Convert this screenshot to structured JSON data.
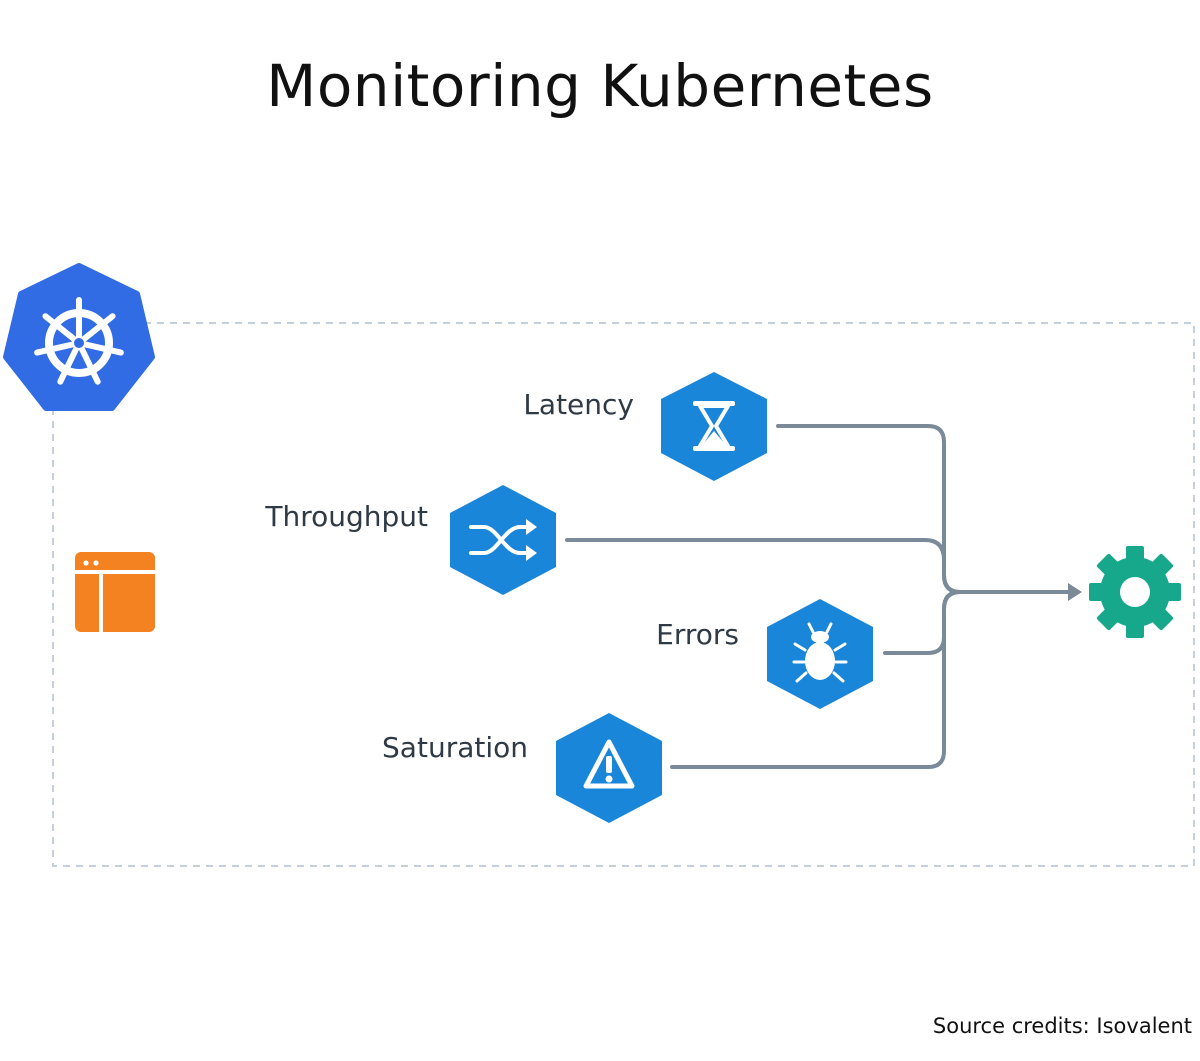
{
  "title": "Monitoring Kubernetes",
  "credits": "Source credits: Isovalent",
  "metrics": [
    {
      "label": "Latency",
      "icon": "hourglass-icon"
    },
    {
      "label": "Throughput",
      "icon": "shuffle-icon"
    },
    {
      "label": "Errors",
      "icon": "bug-icon"
    },
    {
      "label": "Saturation",
      "icon": "warning-icon"
    }
  ],
  "icons": {
    "cluster": "kubernetes-helm-icon",
    "application": "app-window-icon",
    "destination": "gear-icon"
  },
  "colors": {
    "kubernetes_blue": "#326ce5",
    "metric_blue": "#1a86d9",
    "app_orange": "#f58220",
    "gear_teal": "#17a88b",
    "connector_gray": "#7a8a99",
    "boundary_dash": "#c5d0da"
  }
}
